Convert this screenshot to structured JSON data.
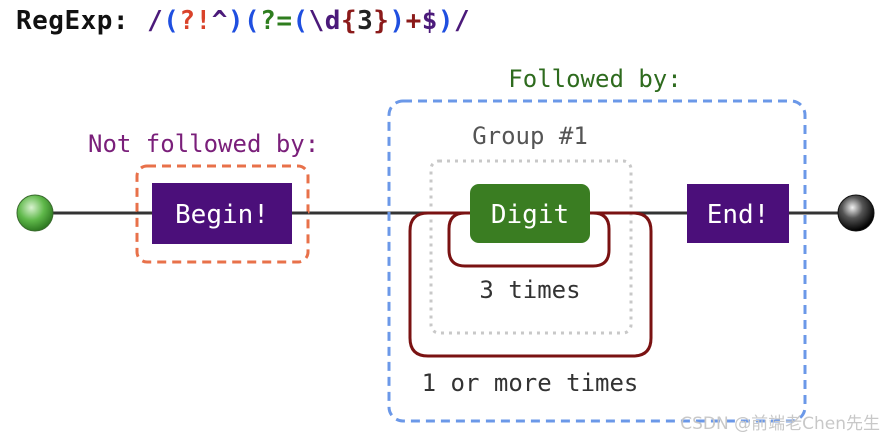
{
  "header": {
    "title": "RegExp:",
    "tokens": [
      {
        "text": "/",
        "color": "#4b1a7a"
      },
      {
        "text": "(",
        "color": "#1f4fe0"
      },
      {
        "text": "?!",
        "color": "#d9422a"
      },
      {
        "text": "^",
        "color": "#4b1a7a"
      },
      {
        "text": ")",
        "color": "#1f4fe0"
      },
      {
        "text": "(",
        "color": "#1f4fe0"
      },
      {
        "text": "?=",
        "color": "#2e7d1e"
      },
      {
        "text": "(",
        "color": "#1f4fe0"
      },
      {
        "text": "\\d",
        "color": "#4b1a7a"
      },
      {
        "text": "{",
        "color": "#8b1a1a"
      },
      {
        "text": "3",
        "color": "#222222"
      },
      {
        "text": "}",
        "color": "#8b1a1a"
      },
      {
        "text": ")",
        "color": "#1f4fe0"
      },
      {
        "text": "+",
        "color": "#8b1a1a"
      },
      {
        "text": "$",
        "color": "#4b1a7a"
      },
      {
        "text": ")",
        "color": "#1f4fe0"
      },
      {
        "text": "/",
        "color": "#4b1a7a"
      }
    ]
  },
  "diagram": {
    "lookahead_label": "Followed by:",
    "neg_lookahead_label": "Not followed by:",
    "group_label": "Group #1",
    "begin_label": "Begin!",
    "digit_label": "Digit",
    "end_label": "End!",
    "repeat_inner_label": "3 times",
    "repeat_outer_label": "1 or more times"
  },
  "colors": {
    "purple_box": "#4b0f7a",
    "green_box": "#3a7d22",
    "orange_dash": "#e8714a",
    "blue_dash": "#6b98e8",
    "gray_dot": "#c8c8c8",
    "repeat_loop": "#7a1212",
    "followed_text": "#2e6b1e",
    "not_followed_text": "#7a1f7a",
    "label_gray": "#555555",
    "line": "#333333",
    "start_node": "#5fb84a",
    "end_node": "#222222"
  },
  "watermark": "CSDN @前端老Chen先生"
}
